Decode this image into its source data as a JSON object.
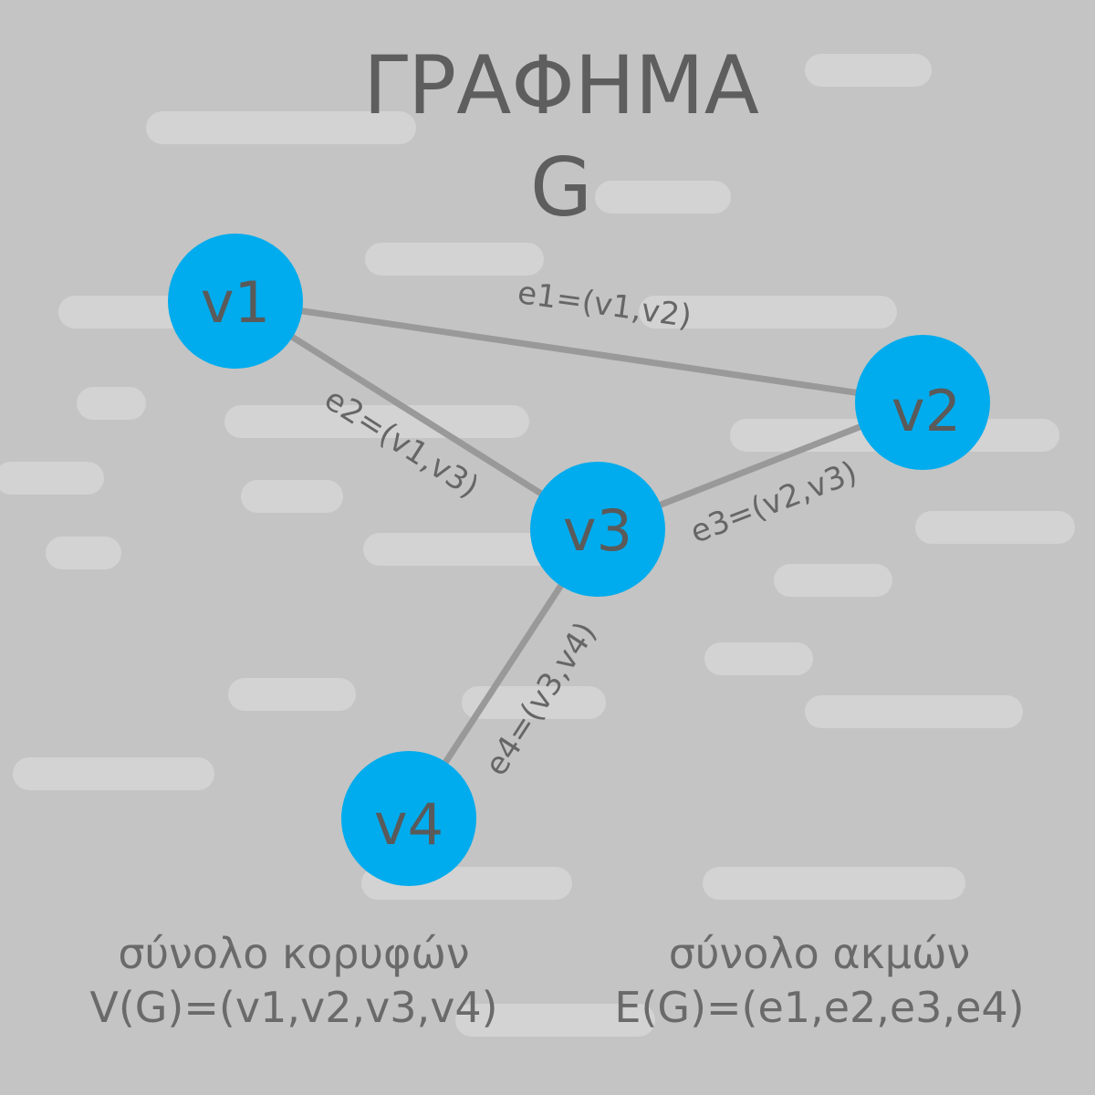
{
  "colors": {
    "background": "#c4c4c4",
    "dash": "#d3d3d3",
    "vertex": "#00aced",
    "edge": "#999999",
    "text": "#5e5e5e"
  },
  "title": {
    "line1": "ΓΡΑΦΗΜΑ",
    "line2": "G"
  },
  "vertices": [
    {
      "id": "v1",
      "label": "v1"
    },
    {
      "id": "v2",
      "label": "v2"
    },
    {
      "id": "v3",
      "label": "v3"
    },
    {
      "id": "v4",
      "label": "v4"
    }
  ],
  "edges": [
    {
      "id": "e1",
      "source": "v1",
      "target": "v2",
      "label": "e1=(v1,v2)"
    },
    {
      "id": "e2",
      "source": "v1",
      "target": "v3",
      "label": "e2=(v1,v3)"
    },
    {
      "id": "e3",
      "source": "v2",
      "target": "v3",
      "label": "e3=(v2,v3)"
    },
    {
      "id": "e4",
      "source": "v3",
      "target": "v4",
      "label": "e4=(v3,v4)"
    }
  ],
  "captions": {
    "vertex_set": {
      "title": "σύνολο κορυφών",
      "formula": "V(G)=(v1,v2,v3,v4)"
    },
    "edge_set": {
      "title": "σύνολο ακμών",
      "formula": "E(G)=(e1,e2,e3,e4)"
    }
  }
}
